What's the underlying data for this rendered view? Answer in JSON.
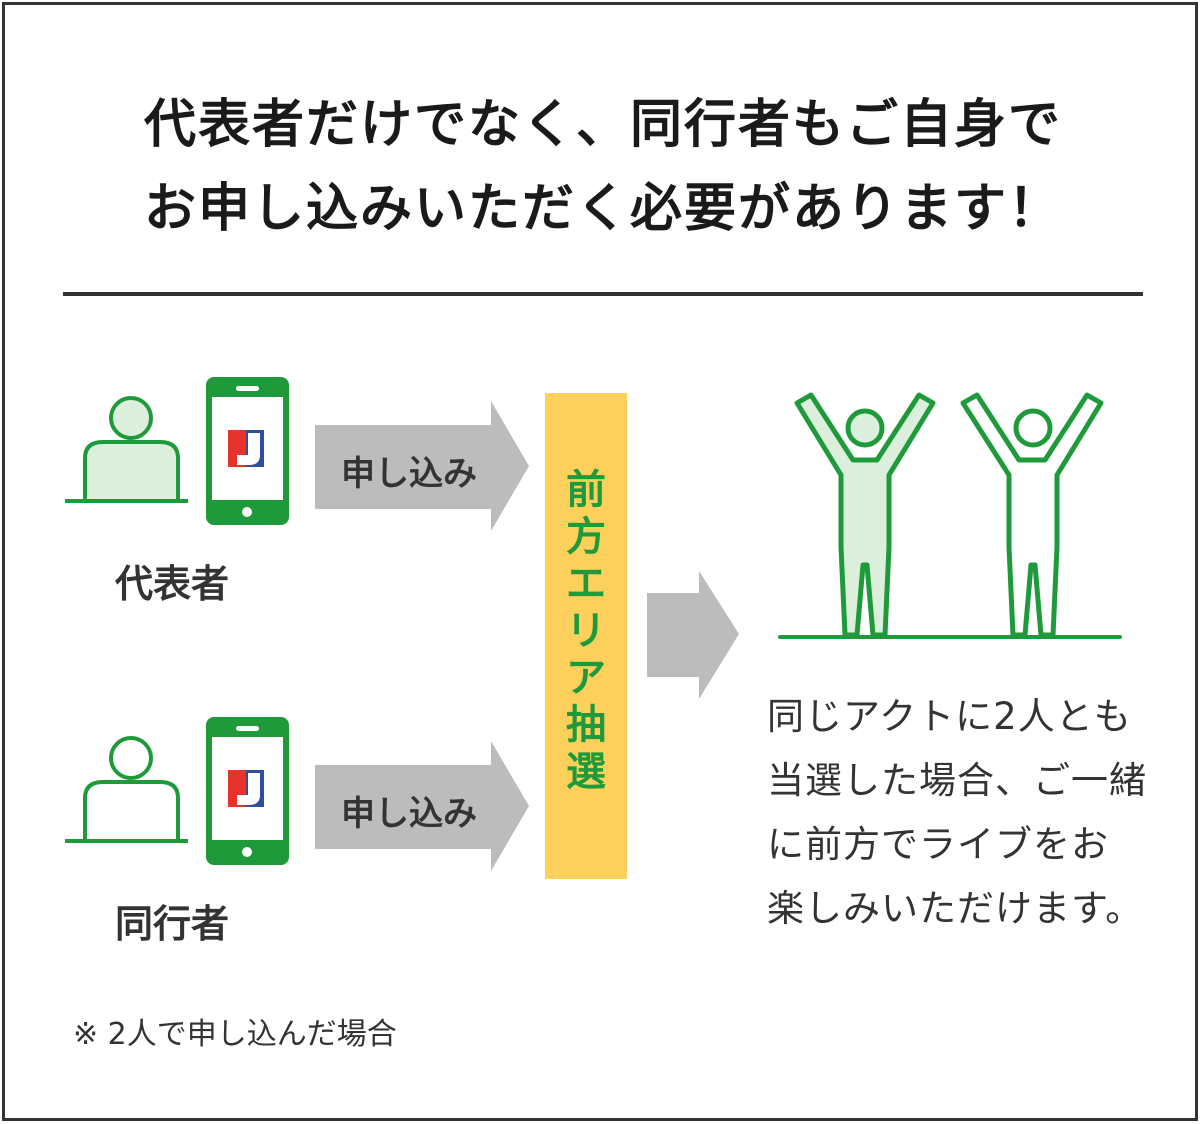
{
  "title": {
    "line1": "代表者だけでなく、同行者もご自身で",
    "line2": "お申し込みいただく必要があります！"
  },
  "participants": [
    {
      "label": "代表者",
      "action": "申し込み"
    },
    {
      "label": "同行者",
      "action": "申し込み"
    }
  ],
  "lottery": {
    "chars": [
      "前",
      "方",
      "エ",
      "リ",
      "ア",
      "抽",
      "選"
    ]
  },
  "result": {
    "lines": [
      "同じアクトに2人とも",
      "当選した場合、ご一緒",
      "に前方でライブをお",
      "楽しみいただけます。"
    ]
  },
  "note": "※ 2人で申し込んだ場合",
  "app_logo": "J",
  "icons": {
    "person": "person-icon",
    "phone": "smartphone-icon",
    "arrow": "arrow-right-icon",
    "celebrate": "celebrating-people-icon"
  },
  "colors": {
    "green": "#1f9a3a",
    "light_green": "#dcefdc",
    "gray_arrow": "#bcbcbc",
    "yellow": "#fdd05c",
    "logo_red": "#e8332c",
    "logo_blue": "#2d4f9e"
  }
}
